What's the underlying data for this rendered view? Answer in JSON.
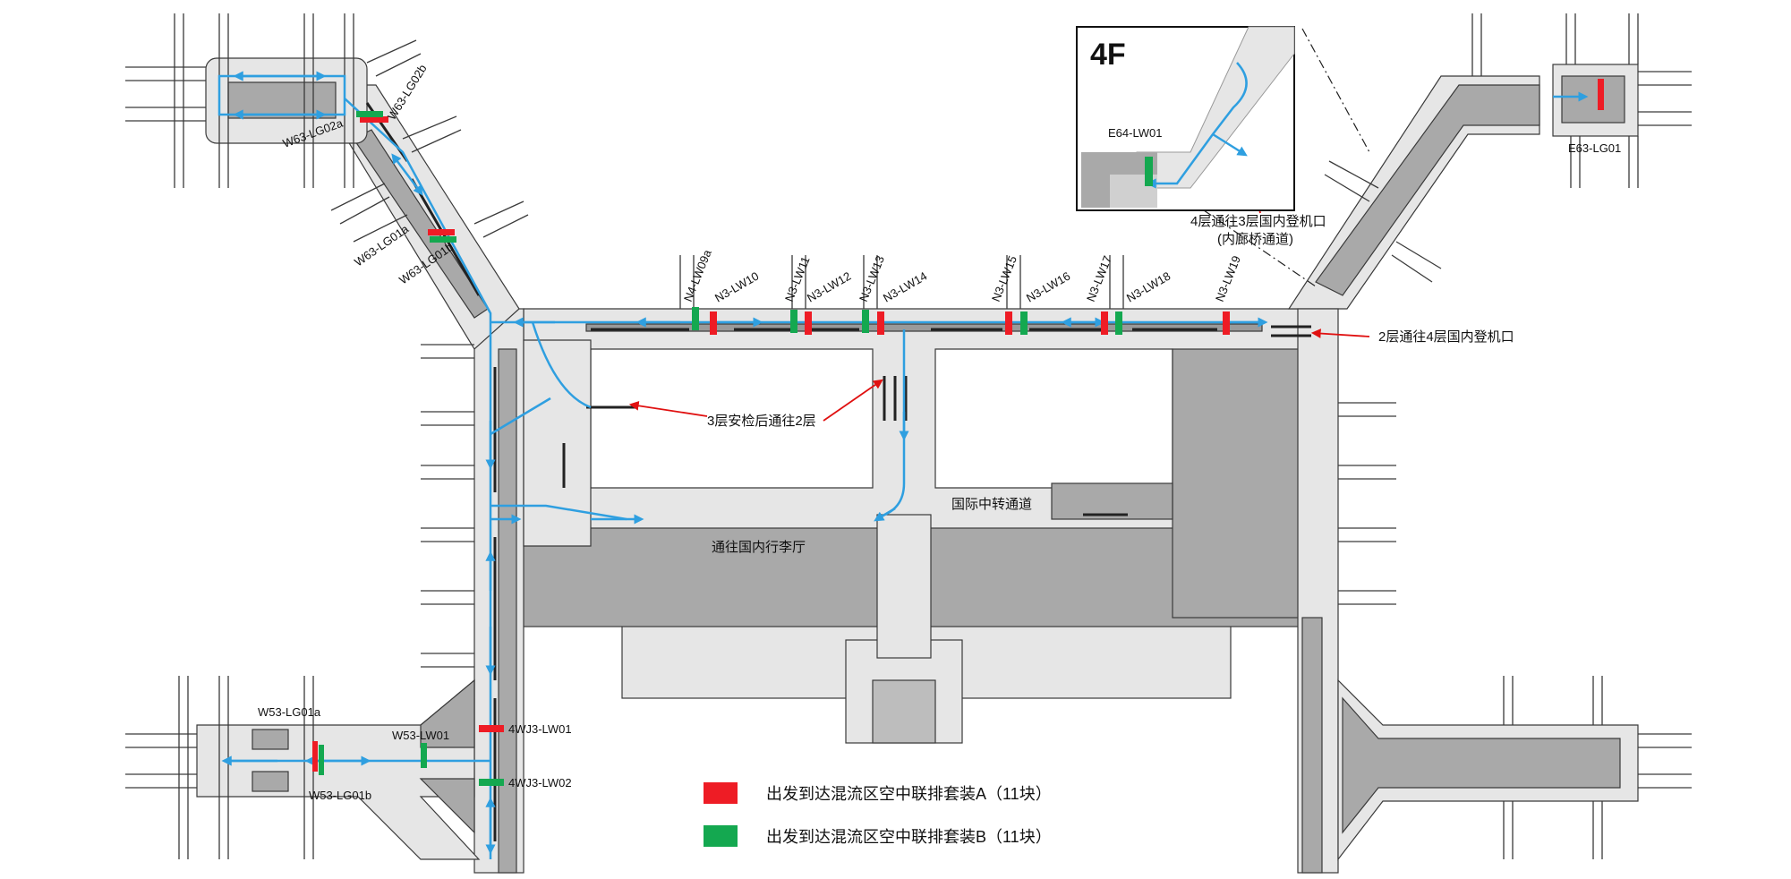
{
  "colors": {
    "corridor": "#e6e6e6",
    "building": "#a9a9a9",
    "outline": "#3a3a3a",
    "flow": "#2f9fe0",
    "pack_a": "#ee1c25",
    "pack_b": "#14a850",
    "pointer": "#e01010"
  },
  "inset": {
    "title": "4F",
    "panel_label": "E64-LW01"
  },
  "panels": [
    {
      "id": "W63-LG02a",
      "pack": "a"
    },
    {
      "id": "W63-LG02b",
      "pack": "b"
    },
    {
      "id": "W63-LG01a",
      "pack": "a"
    },
    {
      "id": "W63-LG01b",
      "pack": "b"
    },
    {
      "id": "N4-LW09a",
      "pack": "b"
    },
    {
      "id": "N3-LW10",
      "pack": "a"
    },
    {
      "id": "N3-LW11",
      "pack": "b"
    },
    {
      "id": "N3-LW12",
      "pack": "a"
    },
    {
      "id": "N3-LW13",
      "pack": "b"
    },
    {
      "id": "N3-LW14",
      "pack": "a"
    },
    {
      "id": "N3-LW15",
      "pack": "a"
    },
    {
      "id": "N3-LW16",
      "pack": "b"
    },
    {
      "id": "N3-LW17",
      "pack": "a"
    },
    {
      "id": "N3-LW18",
      "pack": "b"
    },
    {
      "id": "N3-LW19",
      "pack": "a"
    },
    {
      "id": "E63-LG01",
      "pack": "a"
    },
    {
      "id": "W53-LG01a",
      "pack": "a"
    },
    {
      "id": "W53-LG01b",
      "pack": "b"
    },
    {
      "id": "W53-LW01",
      "pack": "b"
    },
    {
      "id": "4WJ3-LW01",
      "pack": "a"
    },
    {
      "id": "4WJ3-LW02",
      "pack": "b"
    }
  ],
  "annotations": {
    "floor3_to_2": "3层安检后通往2层",
    "floor2_to_4": "2层通往4层国内登机口",
    "floor4_to_3_line1": "4层通往3层国内登机口",
    "floor4_to_3_line2": "(内廊桥通道)",
    "intl_transfer": "国际中转通道",
    "domestic_baggage": "通往国内行李厅"
  },
  "legend": [
    {
      "label": "出发到达混流区空中联排套装A（11块）",
      "pack": "a"
    },
    {
      "label": "出发到达混流区空中联排套装B（11块）",
      "pack": "b"
    }
  ]
}
